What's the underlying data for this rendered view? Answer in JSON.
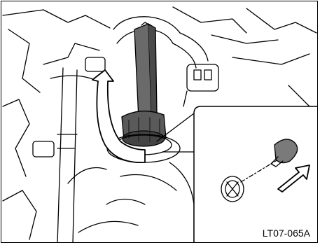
{
  "figure": {
    "caption": "LT07-065A",
    "icons": {
      "remove_arrow": "curved-rotate-arrow",
      "pull_arrow": "straight-pull-arrow",
      "bulb": "wedge-bulb",
      "socket": "bulb-socket"
    },
    "colors": {
      "line": "#000000",
      "socket_fill": "#5a5a5a",
      "arrow_fill": "#ffffff",
      "background": "#ffffff"
    }
  }
}
